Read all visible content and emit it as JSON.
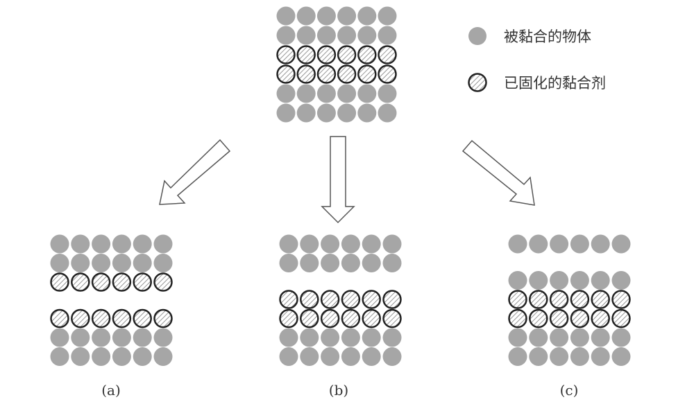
{
  "colors": {
    "particle": "#a6a6a6",
    "adhesive_stroke": "#222222",
    "hatch": "#888888",
    "arrow_stroke": "#555555"
  },
  "legend": [
    {
      "type": "solid",
      "label": "被黏合的物体"
    },
    {
      "type": "hatched",
      "label": "已固化的黏合剂"
    }
  ],
  "columns": 6,
  "initial": {
    "rows": [
      "solid",
      "solid",
      "hatched",
      "hatched",
      "solid",
      "solid"
    ]
  },
  "panels": [
    {
      "id": "a",
      "label": "(a)",
      "rows": [
        "solid",
        "solid",
        "hatched",
        "gap",
        "hatched",
        "solid",
        "solid"
      ]
    },
    {
      "id": "b",
      "label": "(b)",
      "rows": [
        "solid",
        "solid",
        "gap",
        "hatched",
        "hatched",
        "solid",
        "solid"
      ]
    },
    {
      "id": "c",
      "label": "(c)",
      "rows": [
        "solid",
        "gap",
        "solid",
        "hatched",
        "hatched",
        "solid",
        "solid"
      ]
    }
  ]
}
